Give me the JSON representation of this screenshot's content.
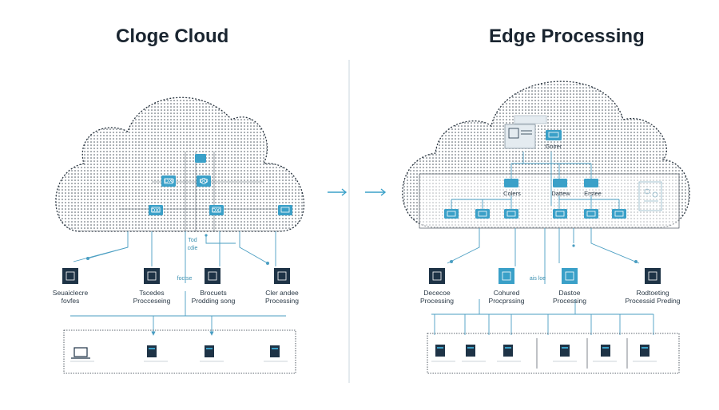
{
  "titles": {
    "left": "Cloge Cloud",
    "right": "Edge Processing"
  },
  "colors": {
    "accent": "#3aa0c8",
    "dark_node": "#1e3346",
    "line": "#4a9ec2",
    "dots": "#3a4650",
    "divider": "#c9d4dc"
  },
  "left": {
    "cloud_nodes": [
      "DXI",
      "DO",
      "DXI",
      "DXI"
    ],
    "mid_label": "Tod\ncdie",
    "side_label": "foctse",
    "services": [
      {
        "label": "Seuaiclecre\nfovfes"
      },
      {
        "label": "Tscedes\nProcceseing"
      },
      {
        "label": "Brocuets\nProdding song"
      },
      {
        "label": "Cler andee\nProcessing"
      }
    ]
  },
  "right": {
    "center_label": "Gnirer",
    "cloud_groups": [
      "Colers",
      "Dattew",
      "Erstee"
    ],
    "side_label": "ais loe",
    "services": [
      {
        "label": "Dececoe\nProcessing"
      },
      {
        "label": "Cohured\nProcprssing"
      },
      {
        "label": "Dastoe\nProcessing"
      },
      {
        "label": "Rodtoeting\nProcessid Preding"
      }
    ]
  }
}
